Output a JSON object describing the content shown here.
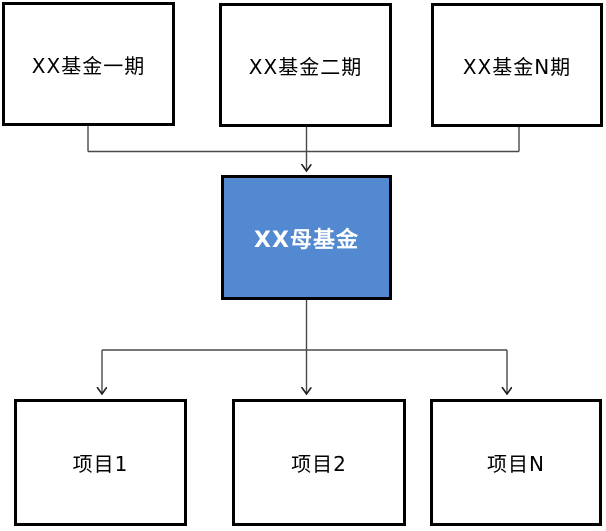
{
  "diagram": {
    "nodes": {
      "fund1": {
        "label": "XX基金一期"
      },
      "fund2": {
        "label": "XX基金二期"
      },
      "fundN": {
        "label": "XX基金N期"
      },
      "parent": {
        "label": "XX母基金"
      },
      "proj1": {
        "label": "项目1"
      },
      "proj2": {
        "label": "项目2"
      },
      "projN": {
        "label": "项目N"
      }
    },
    "colors": {
      "node_fill": "#ffffff",
      "node_border": "#000000",
      "center_fill": "#5389D0",
      "center_text": "#ffffff",
      "connector_line": "#4a4a4a",
      "arrowhead": "#1f1f1f"
    }
  }
}
